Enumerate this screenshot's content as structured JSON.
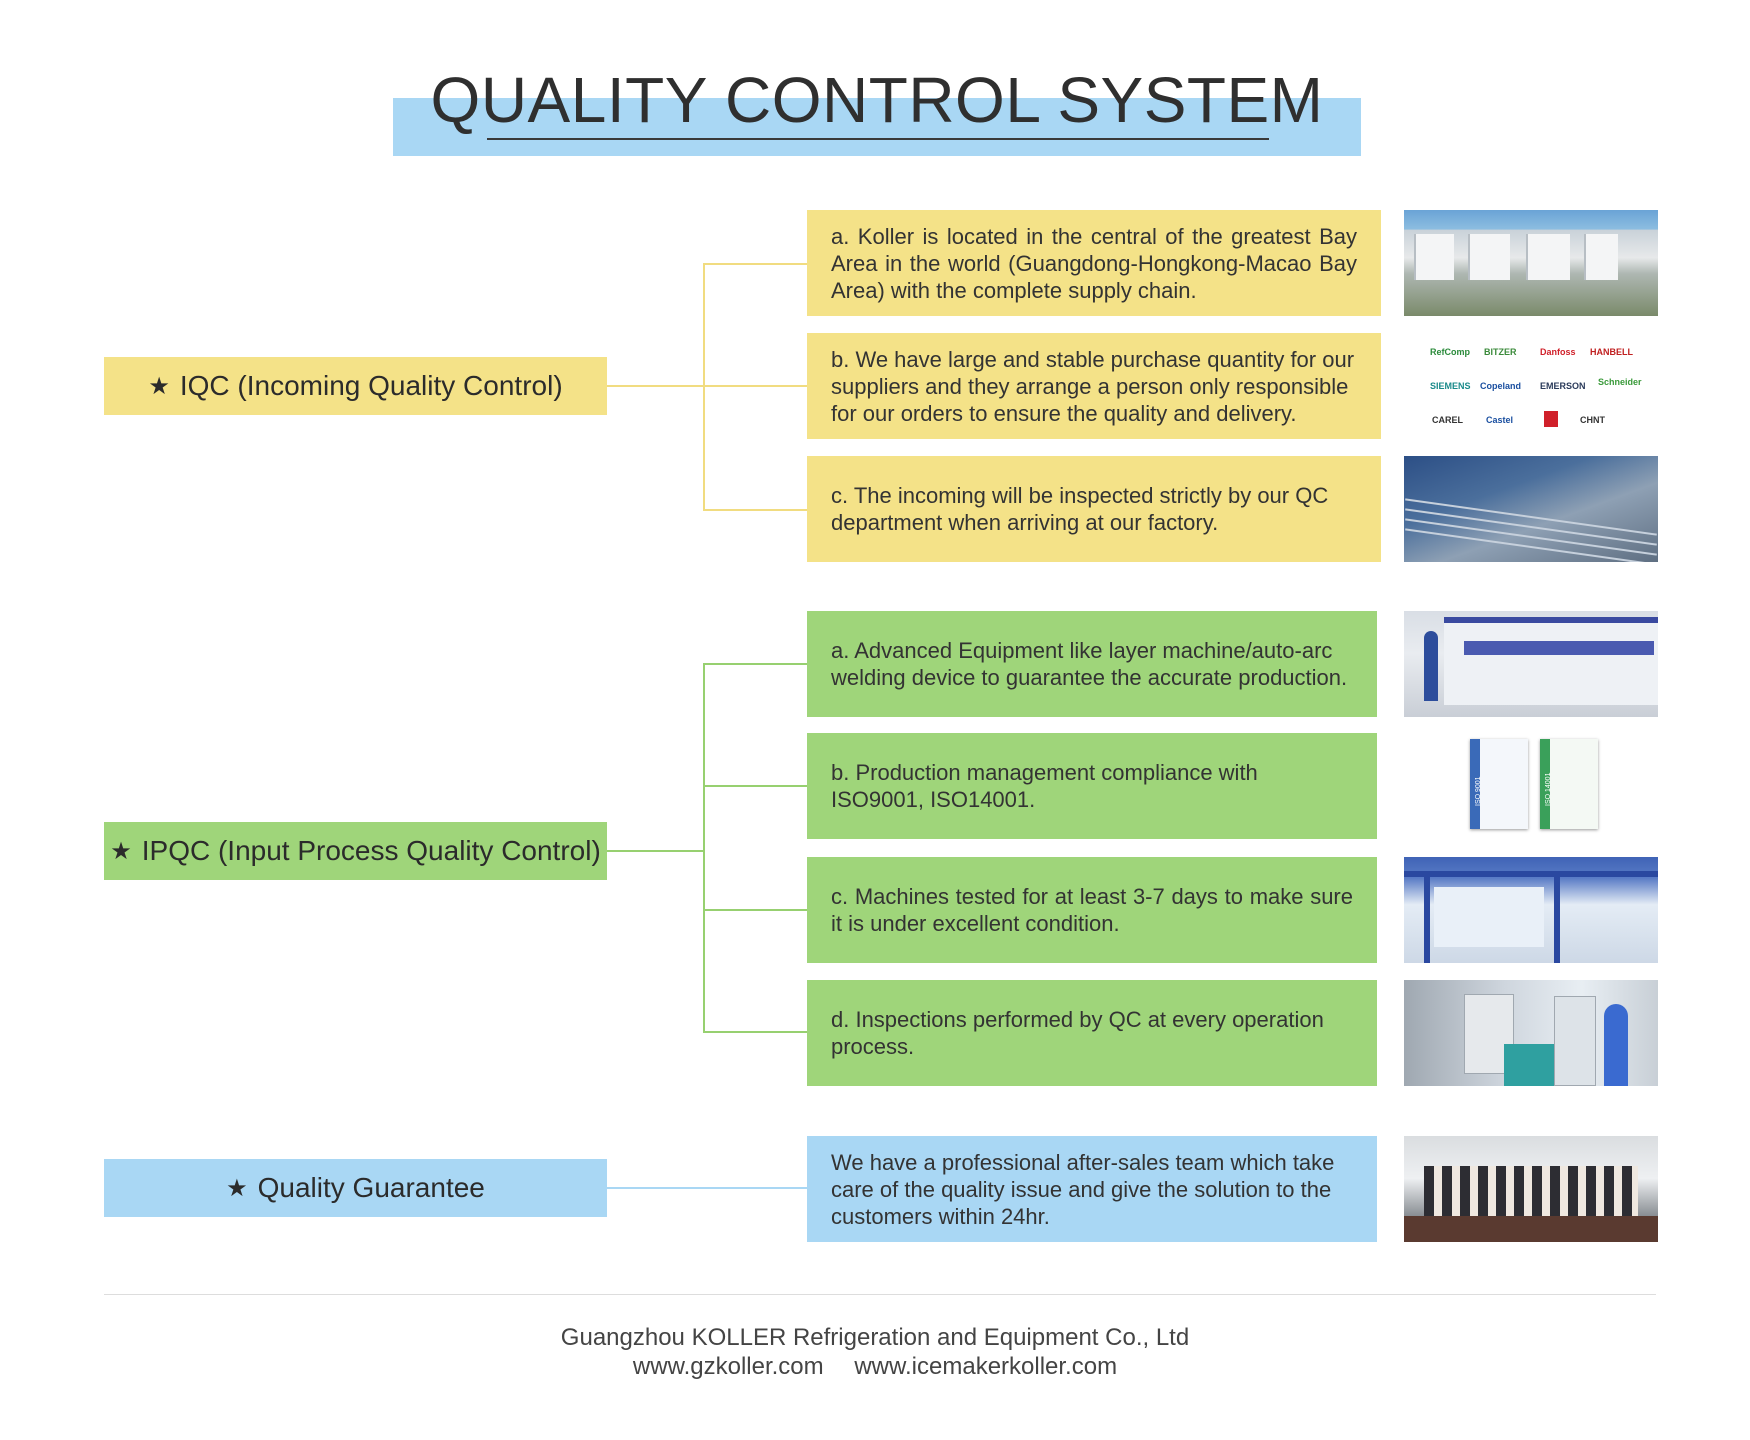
{
  "title": "QUALITY CONTROL SYSTEM",
  "sections": {
    "iqc": {
      "label": "IQC (Incoming Quality Control)",
      "items": [
        "a. Koller is located in the central of the greatest Bay Area in the world (Guangdong-Hongkong-Macao Bay Area) with the complete supply chain.",
        "b. We have large and stable purchase quantity for our suppliers and they arrange a person only responsible for our orders to ensure the quality and delivery.",
        "c. The incoming will be inspected strictly by our QC department when arriving at our factory."
      ]
    },
    "ipqc": {
      "label": "IPQC (Input Process Quality Control)",
      "items": [
        "a. Advanced Equipment like layer machine/auto-arc welding device to guarantee the accurate production.",
        "b. Production management compliance with ISO9001, ISO14001.",
        "c. Machines tested for at least 3-7 days to make sure it is under excellent condition.",
        "d. Inspections performed by QC at every operation process."
      ]
    },
    "qg": {
      "label": "Quality Guarantee",
      "items": [
        "We have a professional after-sales team which take care of the quality issue and give the solution to the customers within 24hr."
      ]
    }
  },
  "logos": [
    "RefComp",
    "BITZER",
    "Danfoss",
    "HANBELL",
    "SIEMENS",
    "Copeland",
    "EMERSON",
    "Schneider",
    "CAREL",
    "Castel",
    "CHNT"
  ],
  "certs": [
    "ISO 9001",
    "ISO 14001"
  ],
  "footer": {
    "company": "Guangzhou KOLLER Refrigeration and Equipment Co., Ltd",
    "site1": "www.gzkoller.com",
    "site2": "www.icemakerkoller.com"
  },
  "colors": {
    "yellow": "#f4e288",
    "green": "#9fd57a",
    "blue": "#a9d7f4"
  }
}
